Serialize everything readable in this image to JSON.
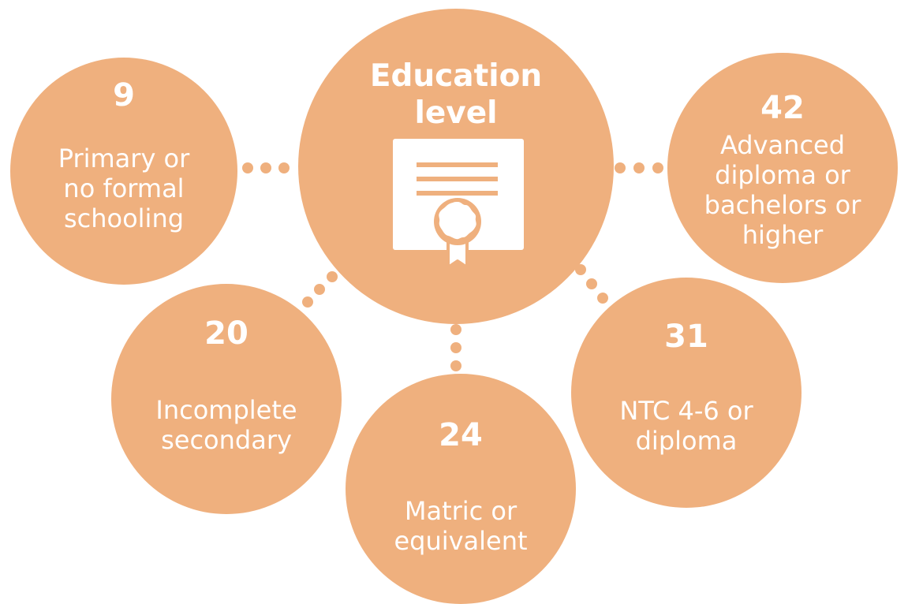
{
  "center": {
    "title": "Education\nlevel",
    "icon": "certificate-icon"
  },
  "nodes": [
    {
      "id": "primary",
      "value": "9",
      "label": "Primary or\nno formal\nschooling"
    },
    {
      "id": "incomplete-secondary",
      "value": "20",
      "label": "Incomplete\nsecondary"
    },
    {
      "id": "matric",
      "value": "24",
      "label": "Matric or\nequivalent"
    },
    {
      "id": "ntc",
      "value": "31",
      "label": "NTC 4-6 or\ndiploma"
    },
    {
      "id": "advanced",
      "value": "42",
      "label": "Advanced\ndiploma or\nbachelors or\nhigher"
    }
  ],
  "colors": {
    "circle_fill": "#EFB07E",
    "text": "#FFFFFF"
  }
}
